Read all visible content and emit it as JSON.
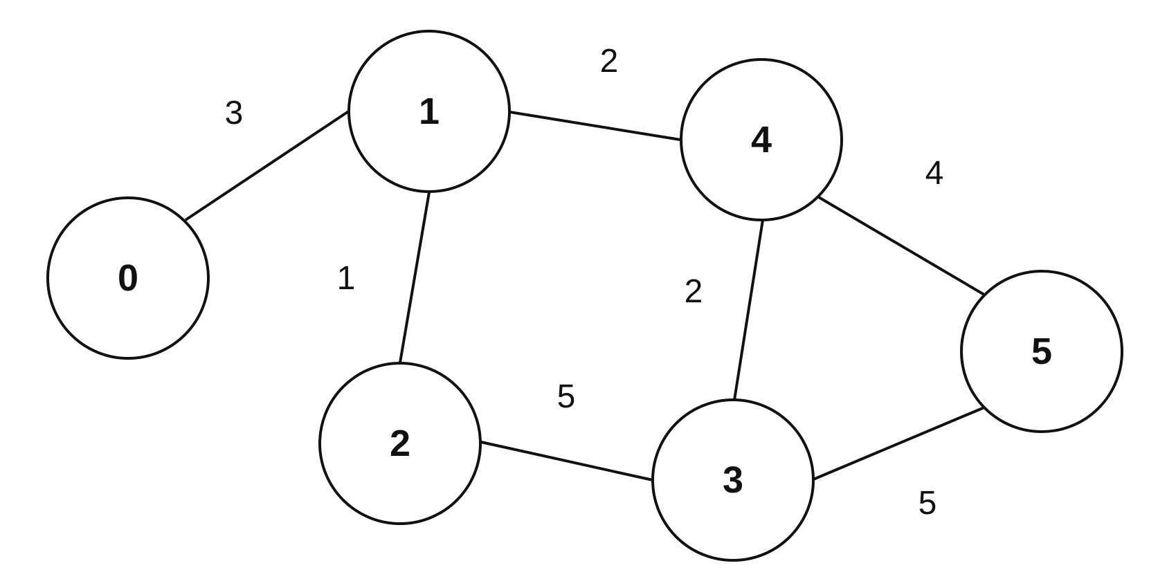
{
  "graph": {
    "nodes": [
      {
        "id": "0",
        "label": "0"
      },
      {
        "id": "1",
        "label": "1"
      },
      {
        "id": "2",
        "label": "2"
      },
      {
        "id": "3",
        "label": "3"
      },
      {
        "id": "4",
        "label": "4"
      },
      {
        "id": "5",
        "label": "5"
      }
    ],
    "edges": [
      {
        "from": "0",
        "to": "1",
        "weight": "3"
      },
      {
        "from": "1",
        "to": "4",
        "weight": "2"
      },
      {
        "from": "1",
        "to": "2",
        "weight": "1"
      },
      {
        "from": "4",
        "to": "3",
        "weight": "2"
      },
      {
        "from": "4",
        "to": "5",
        "weight": "4"
      },
      {
        "from": "2",
        "to": "3",
        "weight": "5"
      },
      {
        "from": "3",
        "to": "5",
        "weight": "5"
      }
    ]
  },
  "colors": {
    "stroke": "#111111",
    "background": "#ffffff"
  }
}
